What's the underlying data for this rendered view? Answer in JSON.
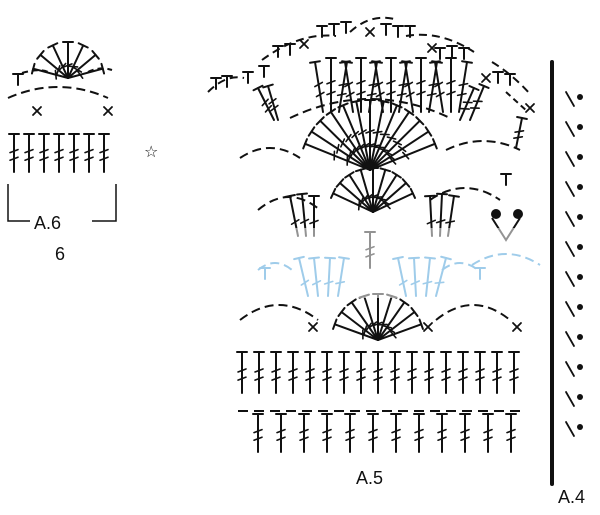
{
  "labels": {
    "a6": "A.6",
    "a6_repeat": "6",
    "a5": "A.5",
    "a4": "A.4"
  },
  "colors": {
    "ink": "#111111",
    "blue": "#2a8fd0"
  },
  "symbols": [
    "treble-crochet",
    "double-crochet",
    "single-crochet",
    "chain",
    "picot",
    "bobble",
    "star-marker"
  ]
}
